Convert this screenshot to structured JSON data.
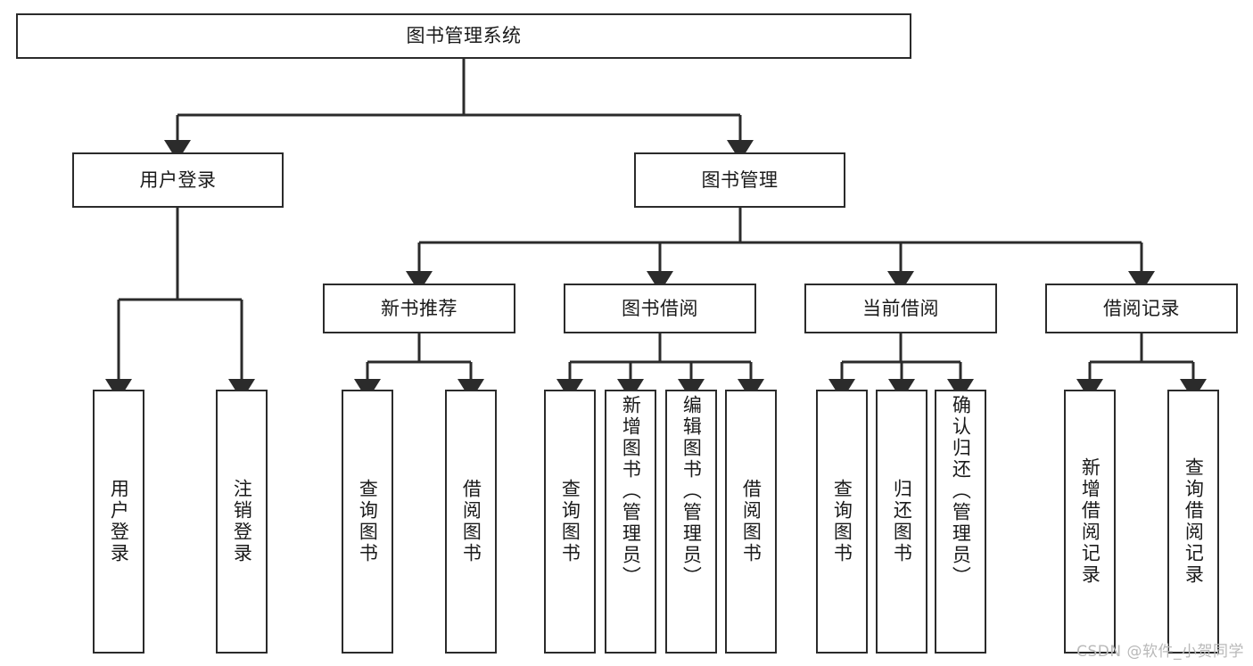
{
  "diagram": {
    "type": "tree",
    "title": "图书管理系统",
    "watermark": "CSDN @软件_小贺同学",
    "colors": {
      "box_border": "#2b2b2b",
      "box_fill": "#ffffff",
      "connector": "#2b2b2b",
      "text": "#1a1a1a",
      "watermark": "#b9b9b9"
    },
    "levels": {
      "root": {
        "label": "图书管理系统"
      },
      "level2": [
        {
          "id": "user-login",
          "label": "用户登录"
        },
        {
          "id": "book-manage",
          "label": "图书管理"
        }
      ],
      "level3": [
        {
          "id": "new-book-recommend",
          "label": "新书推荐"
        },
        {
          "id": "book-borrow",
          "label": "图书借阅"
        },
        {
          "id": "current-borrow",
          "label": "当前借阅"
        },
        {
          "id": "borrow-record",
          "label": "借阅记录"
        }
      ],
      "leaves": {
        "user-login": [
          {
            "id": "leaf-user-login",
            "label": "用户登录"
          },
          {
            "id": "leaf-logout-login",
            "label": "注销登录"
          }
        ],
        "new-book-recommend": [
          {
            "id": "leaf-query-book-1",
            "label": "查询图书"
          },
          {
            "id": "leaf-borrow-book-1",
            "label": "借阅图书"
          }
        ],
        "book-borrow": [
          {
            "id": "leaf-query-book-2",
            "label": "查询图书"
          },
          {
            "id": "leaf-add-book",
            "label": "新增图书（管理员）"
          },
          {
            "id": "leaf-edit-book",
            "label": "编辑图书（管理员）"
          },
          {
            "id": "leaf-borrow-book-2",
            "label": "借阅图书"
          }
        ],
        "current-borrow": [
          {
            "id": "leaf-query-book-3",
            "label": "查询图书"
          },
          {
            "id": "leaf-return-book",
            "label": "归还图书"
          },
          {
            "id": "leaf-confirm-return",
            "label": "确认归还（管理员）"
          }
        ],
        "borrow-record": [
          {
            "id": "leaf-add-record",
            "label": "新增借阅记录"
          },
          {
            "id": "leaf-query-record",
            "label": "查询借阅记录"
          }
        ]
      }
    }
  }
}
